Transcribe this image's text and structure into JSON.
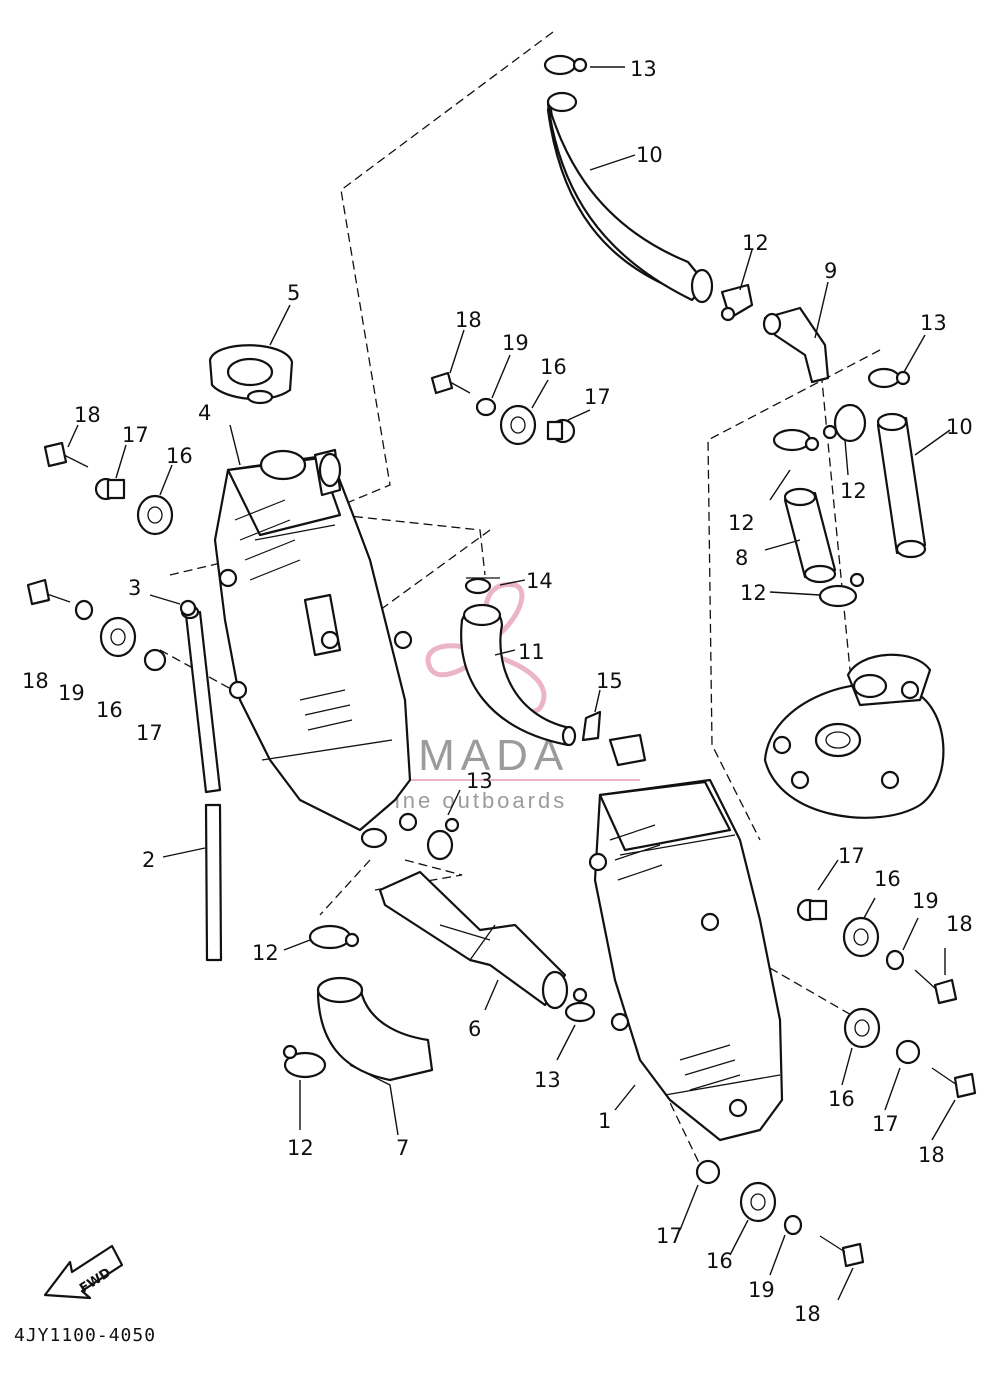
{
  "diagram_code": "4JY1100-4050",
  "fwd_label": "FWD",
  "watermark": {
    "brand": "ARMADA",
    "tagline": "marine outboards",
    "accent_color": "#e8a7c0"
  },
  "callouts": [
    {
      "id": "c13a",
      "text": "13"
    },
    {
      "id": "c10a",
      "text": "10"
    },
    {
      "id": "c12a",
      "text": "12"
    },
    {
      "id": "c9",
      "text": "9"
    },
    {
      "id": "c13b",
      "text": "13"
    },
    {
      "id": "c10b",
      "text": "10"
    },
    {
      "id": "c12b",
      "text": "12"
    },
    {
      "id": "c12c",
      "text": "12"
    },
    {
      "id": "c8",
      "text": "8"
    },
    {
      "id": "c12d",
      "text": "12"
    },
    {
      "id": "c5",
      "text": "5"
    },
    {
      "id": "c4",
      "text": "4"
    },
    {
      "id": "c18a",
      "text": "18"
    },
    {
      "id": "c17a",
      "text": "17"
    },
    {
      "id": "c16a",
      "text": "16"
    },
    {
      "id": "c18b",
      "text": "18"
    },
    {
      "id": "c19a",
      "text": "19"
    },
    {
      "id": "c16b",
      "text": "16"
    },
    {
      "id": "c17b",
      "text": "17"
    },
    {
      "id": "c3",
      "text": "3"
    },
    {
      "id": "c18c",
      "text": "18"
    },
    {
      "id": "c19b",
      "text": "19"
    },
    {
      "id": "c16c",
      "text": "16"
    },
    {
      "id": "c17c",
      "text": "17"
    },
    {
      "id": "c14",
      "text": "14"
    },
    {
      "id": "c11",
      "text": "11"
    },
    {
      "id": "c15",
      "text": "15"
    },
    {
      "id": "c13c",
      "text": "13"
    },
    {
      "id": "c2",
      "text": "2"
    },
    {
      "id": "c12e",
      "text": "12"
    },
    {
      "id": "c6",
      "text": "6"
    },
    {
      "id": "c13d",
      "text": "13"
    },
    {
      "id": "c12f",
      "text": "12"
    },
    {
      "id": "c7",
      "text": "7"
    },
    {
      "id": "c1",
      "text": "1"
    },
    {
      "id": "c17d",
      "text": "17"
    },
    {
      "id": "c16d",
      "text": "16"
    },
    {
      "id": "c19c",
      "text": "19"
    },
    {
      "id": "c18d",
      "text": "18"
    },
    {
      "id": "c16e",
      "text": "16"
    },
    {
      "id": "c17e",
      "text": "17"
    },
    {
      "id": "c18e",
      "text": "18"
    },
    {
      "id": "c17f",
      "text": "17"
    },
    {
      "id": "c16f",
      "text": "16"
    },
    {
      "id": "c19d",
      "text": "19"
    },
    {
      "id": "c18f",
      "text": "18"
    }
  ]
}
